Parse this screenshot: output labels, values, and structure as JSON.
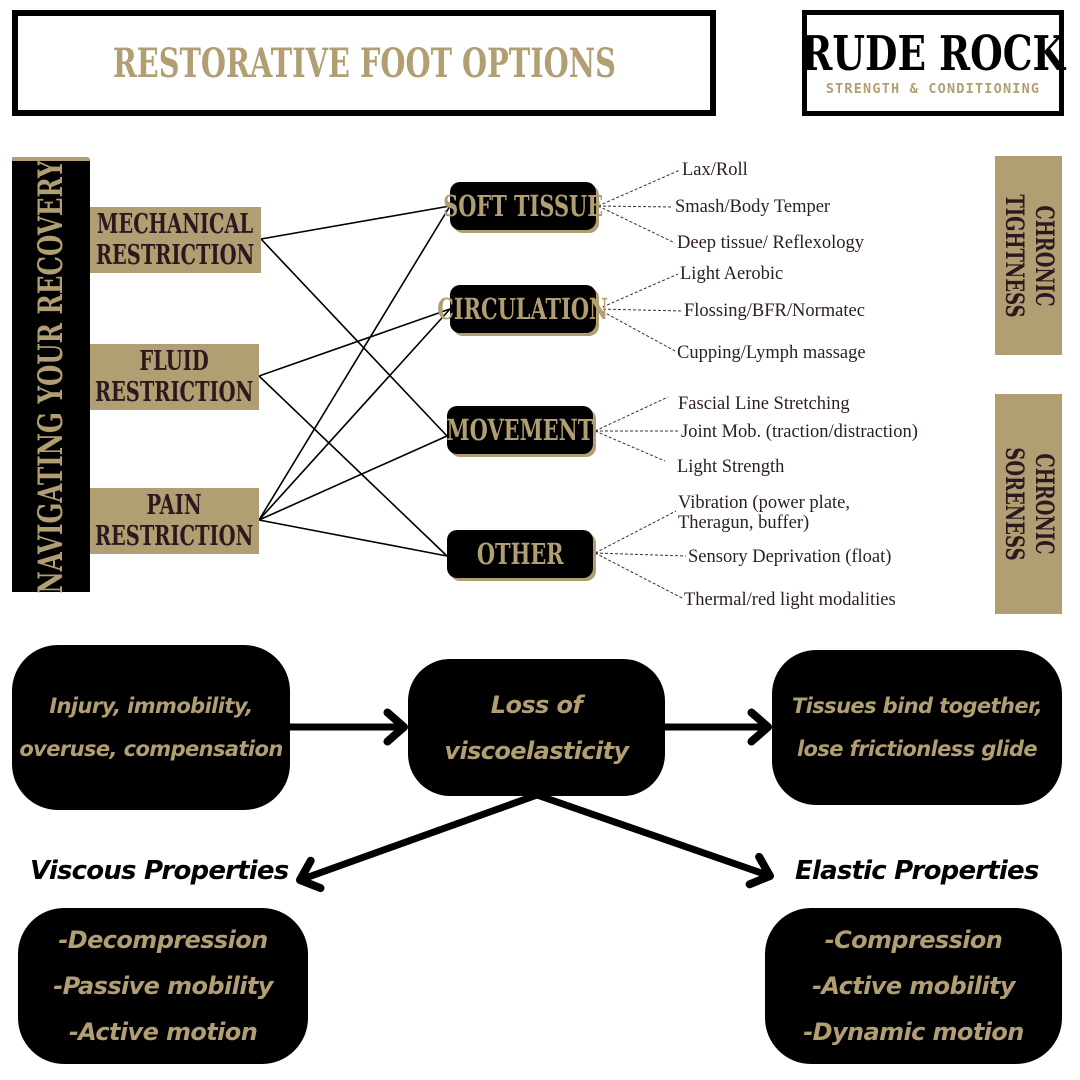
{
  "header": {
    "title": "RESTORATIVE FOOT OPTIONS",
    "logo": {
      "main": "RUDE ROCK",
      "sub": "STRENGTH & CONDITIONING"
    }
  },
  "colors": {
    "accent_tan": "#b19e72",
    "dark_text": "#2a1a1f",
    "black": "#000000",
    "background": "#ffffff"
  },
  "sidebar": {
    "banner": "NAVIGATING YOUR RECOVERY"
  },
  "restrictions": [
    {
      "id": "mechanical",
      "label": "MECHANICAL\nRESTRICTION"
    },
    {
      "id": "fluid",
      "label": "FLUID\nRESTRICTION"
    },
    {
      "id": "pain",
      "label": "PAIN\nRESTRICTION"
    }
  ],
  "categories": [
    {
      "id": "soft_tissue",
      "label": "SOFT TISSUE",
      "options": [
        "Lax/Roll",
        "Smash/Body Temper",
        "Deep tissue/ Reflexology"
      ]
    },
    {
      "id": "circulation",
      "label": "CIRCULATION",
      "options": [
        "Light Aerobic",
        "Flossing/BFR/Normatec",
        "Cupping/Lymph massage"
      ]
    },
    {
      "id": "movement",
      "label": "MOVEMENT",
      "options": [
        "Fascial Line Stretching",
        "Joint Mob. (traction/distraction)",
        "Light Strength"
      ]
    },
    {
      "id": "other",
      "label": "OTHER",
      "options": [
        "Vibration (power plate,\nTheragun, buffer)",
        "Sensory Deprivation (float)",
        "Thermal/red light modalities"
      ]
    }
  ],
  "connections": [
    [
      "mechanical",
      "soft_tissue"
    ],
    [
      "mechanical",
      "movement"
    ],
    [
      "fluid",
      "circulation"
    ],
    [
      "fluid",
      "other"
    ],
    [
      "pain",
      "soft_tissue"
    ],
    [
      "pain",
      "circulation"
    ],
    [
      "pain",
      "movement"
    ],
    [
      "pain",
      "other"
    ]
  ],
  "chronic": [
    {
      "id": "tightness",
      "label": "CHRONIC\nTIGHTNESS"
    },
    {
      "id": "soreness",
      "label": "CHRONIC\nSORENESS"
    }
  ],
  "flow": {
    "cause": [
      "Injury, immobility,",
      "overuse, compensation"
    ],
    "loss": [
      "Loss of",
      "viscoelasticity"
    ],
    "result": [
      "Tissues bind together,",
      "lose frictionless glide"
    ],
    "viscous": {
      "label": "Viscous Properties",
      "items": [
        "-Decompression",
        "-Passive mobility",
        "-Active motion"
      ]
    },
    "elastic": {
      "label": "Elastic Properties",
      "items": [
        "-Compression",
        "-Active mobility",
        "-Dynamic motion"
      ]
    }
  }
}
